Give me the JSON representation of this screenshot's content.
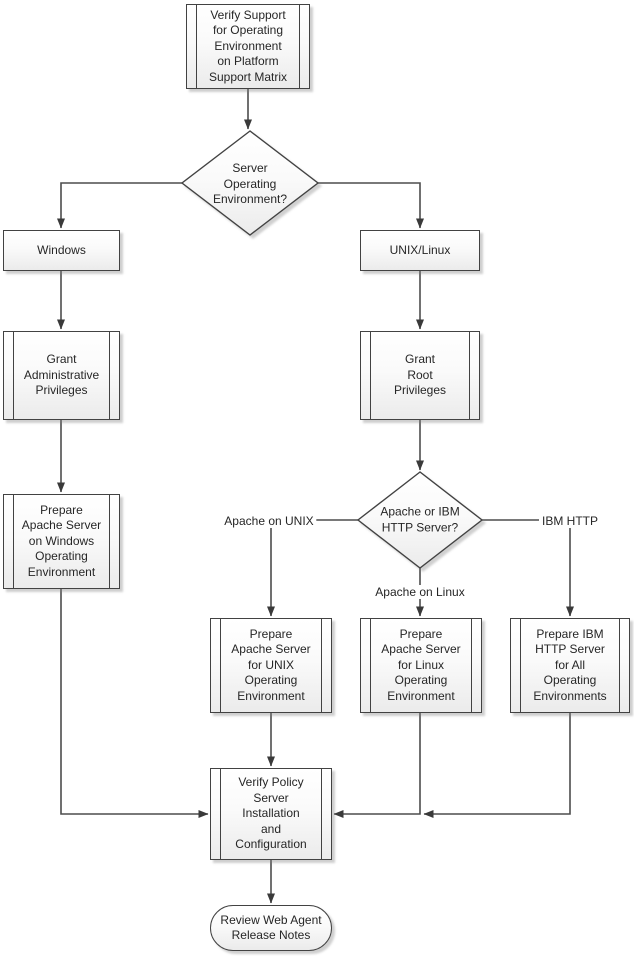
{
  "diagram": {
    "nodes": {
      "verify_support": "Verify Support\nfor Operating\nEnvironment\non Platform\nSupport Matrix",
      "server_os_decision": "Server\nOperating\nEnvironment?",
      "windows": "Windows",
      "unix_linux": "UNIX/Linux",
      "grant_admin": "Grant\nAdministrative\nPrivileges",
      "grant_root": "Grant\nRoot\nPrivileges",
      "prepare_apache_windows": "Prepare\nApache Server\non Windows\nOperating\nEnvironment",
      "apache_ibm_decision": "Apache or IBM\nHTTP Server?",
      "prepare_apache_unix": "Prepare\nApache Server\nfor UNIX\nOperating\nEnvironment",
      "prepare_apache_linux": "Prepare\nApache Server\nfor Linux\nOperating\nEnvironment",
      "prepare_ibm_http": "Prepare IBM\nHTTP Server\nfor All\nOperating\nEnvironments",
      "verify_policy_server": "Verify Policy\nServer\nInstallation\nand\nConfiguration",
      "review_notes": "Review Web Agent\nRelease Notes"
    },
    "edge_labels": {
      "apache_unix": "Apache on UNIX",
      "apache_linux": "Apache on Linux",
      "ibm_http": "IBM HTTP"
    },
    "colors": {
      "line": "#4d4d4d",
      "border": "#424242",
      "arrowhead": "#3a3a3a",
      "shape_fill_top": "#ffffff",
      "shape_fill_bottom": "#ebebeb",
      "text": "#262626",
      "background": "#ffffff"
    }
  }
}
